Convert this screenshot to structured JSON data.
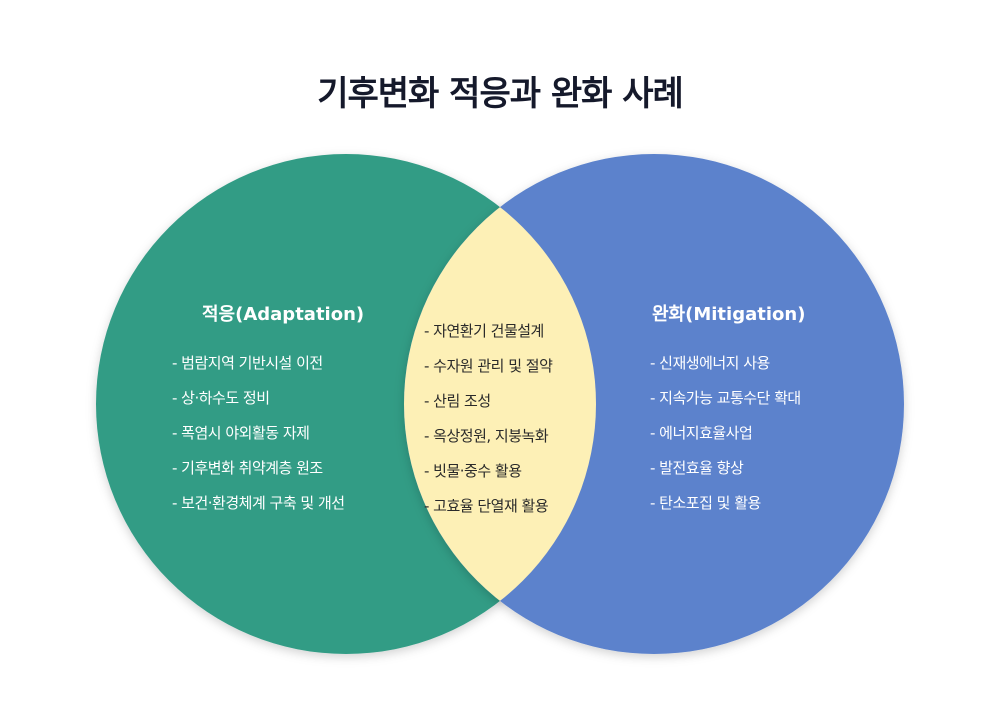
{
  "title": "기후변화 적응과 완화 사례",
  "colors": {
    "adaptation": "#339c85",
    "mitigation": "#5b82cc",
    "intersection": "#fdf0b6",
    "title": "#15192b"
  },
  "adaptation": {
    "title": "적응(Adaptation)",
    "items": [
      "- 범람지역 기반시설 이전",
      "- 상·하수도 정비",
      "- 폭염시 야외활동 자제",
      "- 기후변화 취약계층 원조",
      "- 보건·환경체계 구축 및 개선"
    ]
  },
  "intersection": {
    "items": [
      "- 자연환기 건물설계",
      "- 수자원 관리 및 절약",
      "- 산림 조성",
      "- 옥상정원, 지붕녹화",
      "- 빗물·중수 활용",
      "- 고효율 단열재 활용"
    ]
  },
  "mitigation": {
    "title": "완화(Mitigation)",
    "items": [
      "- 신재생에너지 사용",
      "- 지속가능 교통수단 확대",
      "- 에너지효율사업",
      "- 발전효율 향상",
      "- 탄소포집 및 활용"
    ]
  }
}
